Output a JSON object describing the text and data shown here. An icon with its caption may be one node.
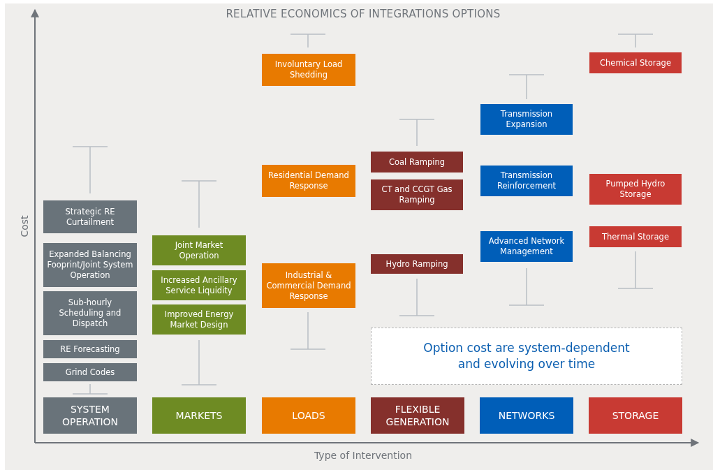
{
  "diagram": {
    "title": "RELATIVE ECONOMICS OF INTEGRATIONS OPTIONS",
    "nodes": [
      {
        "text": [
          "Strategic RE Curtailment"
        ]
      },
      {
        "text": [
          "Expanded Balancing Fooprint/Joint System Operation"
        ]
      },
      {
        "text": [
          "Sub-hourly Scheduling and Dispatch"
        ]
      },
      {
        "text": [
          "RE Forecasting"
        ]
      },
      {
        "text": [
          "Grind Codes"
        ]
      },
      {
        "text": [
          "SYSTEM OPERATION"
        ]
      },
      {
        "text": [
          "Joint Market Operation"
        ]
      },
      {
        "text": [
          "Increased Ancillary Service Liquidity"
        ]
      },
      {
        "text": [
          "Improved Energy Market Design"
        ]
      },
      {
        "text": [
          "MARKETS"
        ]
      },
      {
        "text": [
          "Involuntary Load Shedding"
        ]
      },
      {
        "text": [
          "Residential Demand Response"
        ]
      },
      {
        "text": [
          "Industrial & Commercial Demand Response"
        ]
      },
      {
        "text": [
          "LOADS"
        ]
      },
      {
        "text": [
          "Coal Ramping"
        ]
      },
      {
        "text": [
          "CT and CCGT Gas Ramping"
        ]
      },
      {
        "text": [
          "Hydro Ramping"
        ]
      },
      {
        "text": [
          "Option cost are system-dependent and evolving over time"
        ]
      },
      {
        "text": [
          "FLEXIBLE GENERATION"
        ]
      },
      {
        "text": [
          "Transmission Expansion"
        ]
      },
      {
        "text": [
          "Transmission Reinforcement"
        ]
      },
      {
        "text": [
          "Advanced Network Management"
        ]
      },
      {
        "text": [
          "NETWORKS"
        ]
      },
      {
        "text": [
          "Chemical Storage"
        ]
      },
      {
        "text": [
          "Pumped Hydro Storage"
        ]
      },
      {
        "text": [
          "Thermal Storage"
        ]
      },
      {
        "text": [
          "STORAGE"
        ]
      }
    ],
    "labels": [
      "Cost",
      "Type of Intervention"
    ]
  }
}
